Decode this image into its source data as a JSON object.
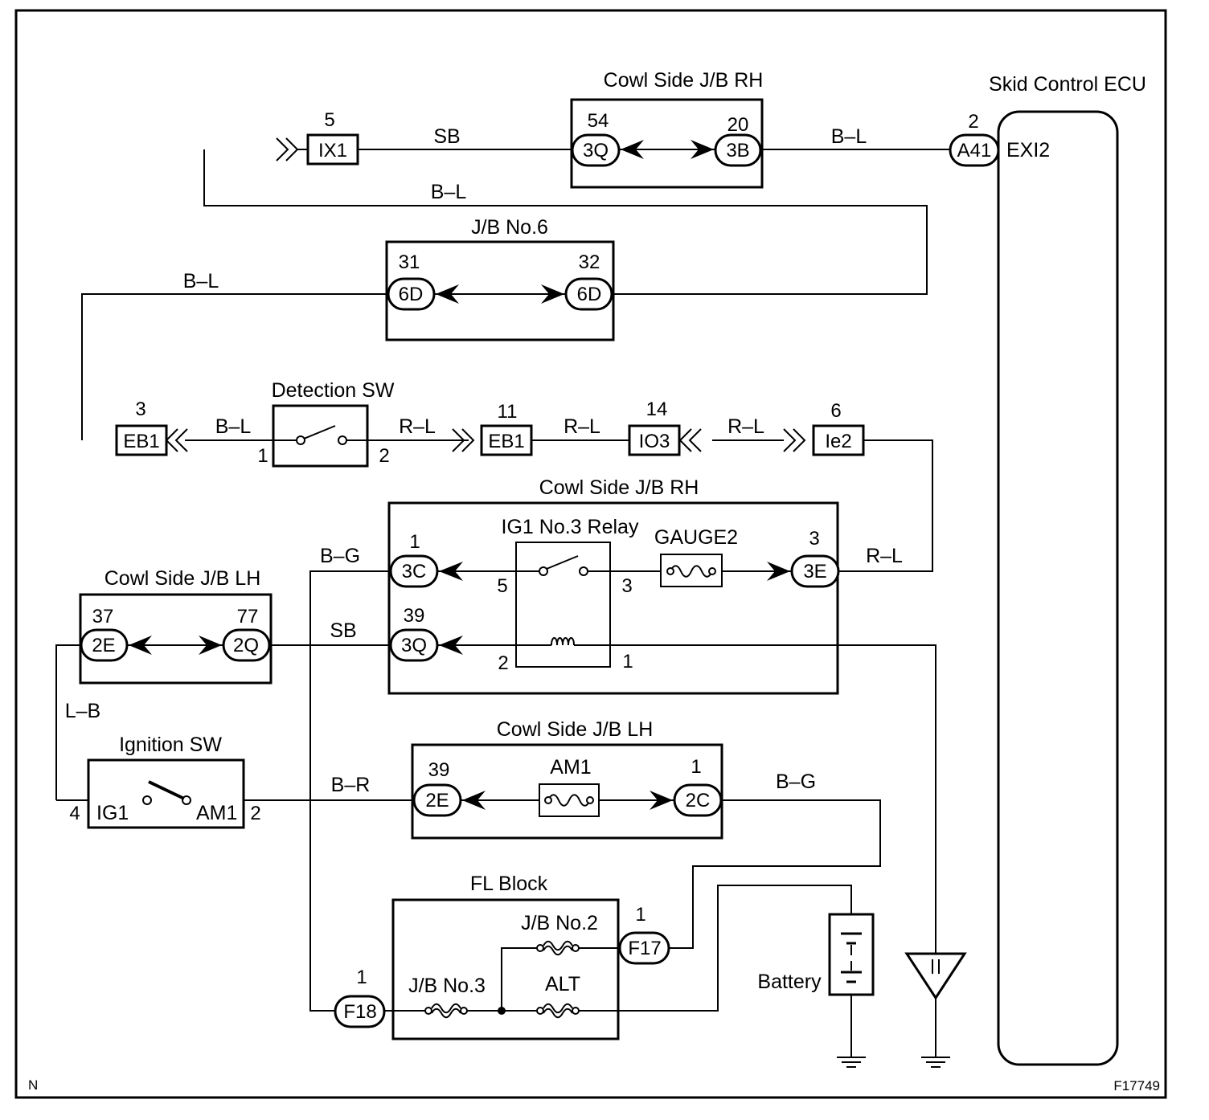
{
  "components": {
    "cowl_rh_top": "Cowl Side J/B RH",
    "skid_ecu": "Skid Control ECU",
    "jb6": "J/B No.6",
    "detection_sw": "Detection SW",
    "cowl_rh_mid": "Cowl Side J/B RH",
    "ig1_relay": "IG1 No.3 Relay",
    "gauge2": "GAUGE2",
    "cowl_lh_left": "Cowl Side J/B LH",
    "cowl_lh_mid": "Cowl Side J/B LH",
    "am1_fuse": "AM1",
    "ignition_sw": "Ignition SW",
    "fl_block": "FL Block",
    "jb2": "J/B No.2",
    "jb3": "J/B No.3",
    "alt": "ALT",
    "battery": "Battery"
  },
  "connectors": {
    "ix1": "IX1",
    "q3_top": "3Q",
    "b3": "3B",
    "a41": "A41",
    "d6_left": "6D",
    "d6_right": "6D",
    "eb1_left": "EB1",
    "eb1_right": "EB1",
    "io3": "IO3",
    "ie2": "Ie2",
    "c3": "3C",
    "e3": "3E",
    "q3_mid": "3Q",
    "e2_left": "2E",
    "q2": "2Q",
    "e2_mid": "2E",
    "c2": "2C",
    "f17": "F17",
    "f18": "F18"
  },
  "terminals": {
    "ecu_exi2": "EXI2",
    "ig1": "IG1",
    "am1": "AM1"
  },
  "pins": {
    "ix1": "5",
    "q3_top": "54",
    "b3": "20",
    "a41": "2",
    "d6_left": "31",
    "d6_right": "32",
    "eb1_left": "3",
    "eb1_right": "11",
    "io3": "14",
    "ie2": "6",
    "det_1": "1",
    "det_2": "2",
    "c3": "1",
    "e3": "3",
    "q3_mid": "39",
    "relay_5": "5",
    "relay_3": "3",
    "relay_2": "2",
    "relay_1": "1",
    "e2_left": "37",
    "q2": "77",
    "e2_mid": "39",
    "c2": "1",
    "ign_4": "4",
    "ign_2": "2",
    "f17": "1",
    "f18": "1"
  },
  "wires": {
    "sb_top": "SB",
    "bl_ecu": "B–L",
    "bl_upper": "B–L",
    "bl_left": "B–L",
    "bl_det": "B–L",
    "rl_det": "R–L",
    "rl_mid": "R–L",
    "rl_io": "R–L",
    "rl_right": "R–L",
    "bg_upper": "B–G",
    "sb_mid": "SB",
    "lb": "L–B",
    "br": "B–R",
    "bg_lower": "B–G"
  },
  "corner": {
    "left": "N",
    "right": "F17749"
  }
}
